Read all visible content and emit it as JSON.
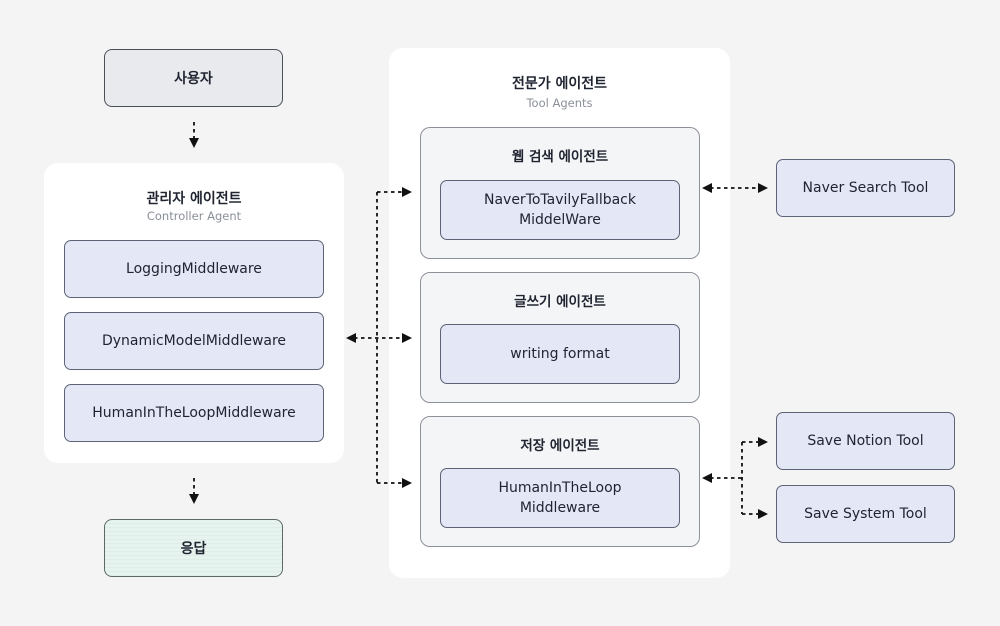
{
  "user_label": "사용자",
  "response_label": "응답",
  "controller": {
    "title": "관리자 에이전트",
    "subtitle": "Controller Agent",
    "middlewares": [
      "LoggingMiddleware",
      "DynamicModelMiddleware",
      "HumanInTheLoopMiddleware"
    ]
  },
  "experts": {
    "title": "전문가 에이전트",
    "subtitle": "Tool Agents",
    "agents": [
      {
        "title": "웹 검색 에이전트",
        "middleware": "NaverToTavilyFallback\nMiddelWare"
      },
      {
        "title": "글쓰기 에이전트",
        "middleware": "writing format"
      },
      {
        "title": "저장 에이전트",
        "middleware": "HumanInTheLoop\nMiddleware"
      }
    ]
  },
  "tools": {
    "search": "Naver Search Tool",
    "notion": "Save Notion Tool",
    "system": "Save System Tool"
  },
  "colors": {
    "background": "#f4f4f4",
    "panel": "#ffffff",
    "middleware_fill": "#e3e7f6",
    "user_fill": "#e8eaee",
    "response_fill": "#e6f3ee"
  }
}
